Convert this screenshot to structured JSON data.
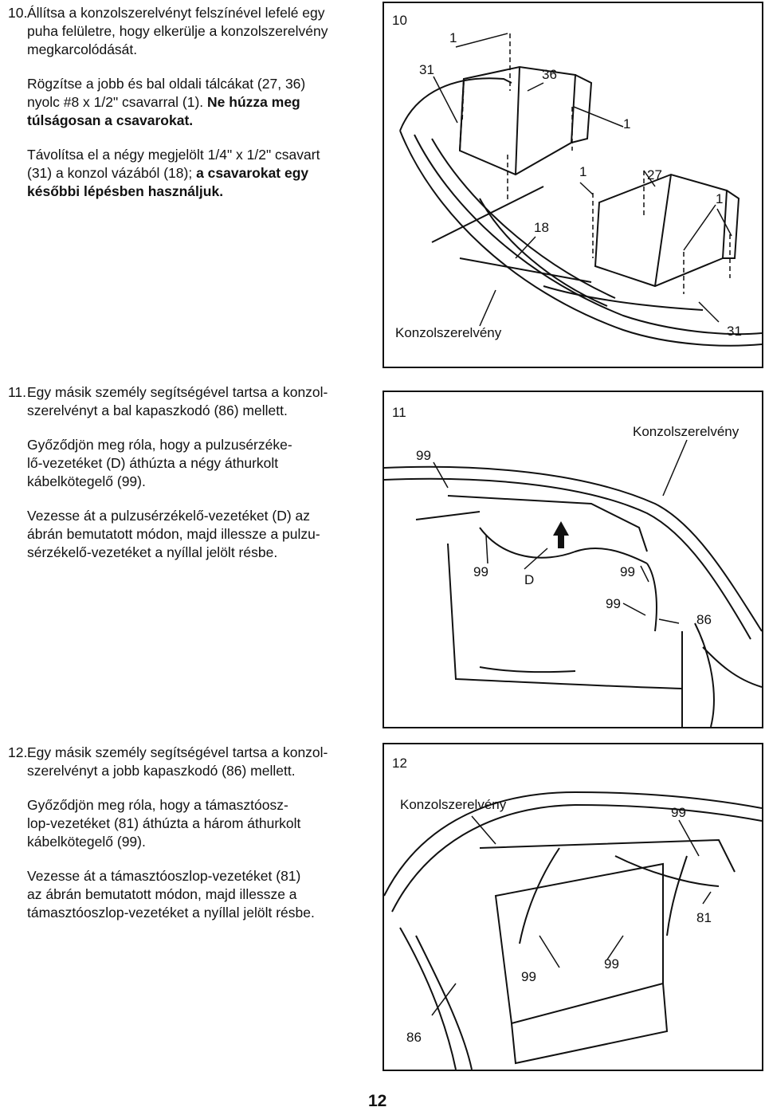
{
  "steps": [
    {
      "number": "10.",
      "line1": "Állítsa a konzolszerelvényt felszínével lefelé egy",
      "line2": "puha felületre, hogy elkerülje a konzolszerelvény",
      "line3": "megkarcolódását.",
      "p2_line1": "Rögzítse a jobb és bal oldali tálcákat (27, 36)",
      "p2_line2": "nyolc #8 x 1/2\" csavarral (1).",
      "p2_bold_a": "Ne húzza meg",
      "p2_bold_b": "túlságosan a csavarokat.",
      "p3_line1": "Távolítsa el a négy megjelölt 1/4\" x 1/2\" csavart",
      "p3_line2a": "(31) a konzol vázából (18);",
      "p3_bold_a": "a csavarokat egy",
      "p3_bold_b": "későbbi lépésben használjuk."
    },
    {
      "number": "11.",
      "line1": "Egy másik személy segítségével tartsa a konzol-",
      "line2": "szerelvényt a bal kapaszkodó (86) mellett.",
      "p2_line1": "Győződjön meg róla, hogy a pulzusérzéke-",
      "p2_line2": "lő-vezetéket (D) áthúzta a négy áthurkolt",
      "p2_line3": "kábelkötegelő (99).",
      "p3_line1": "Vezesse át a pulzusérzékelő-vezetéket (D) az",
      "p3_line2": "ábrán bemutatott módon, majd illessze a pulzu-",
      "p3_line3": "sérzékelő-vezetéket a nyíllal jelölt résbe."
    },
    {
      "number": "12.",
      "line1": "Egy másik személy segítségével tartsa a konzol-",
      "line2": "szerelvényt a jobb kapaszkodó (86) mellett.",
      "p2_line1": "Győződjön meg róla, hogy a támasztóosz-",
      "p2_line2": "lop-vezetéket (81) áthúzta a három áthurkolt",
      "p2_line3": "kábelkötegelő (99).",
      "p3_line1": "Vezesse át a támasztóoszlop-vezetéket (81)",
      "p3_line2": "az ábrán bemutatott módon, majd illessze a",
      "p3_line3": "támasztóoszlop-vezetéket a nyíllal jelölt résbe."
    }
  ],
  "figures": [
    {
      "number": "10",
      "callouts": {
        "c1_top": "1",
        "c31_top": "31",
        "c36": "36",
        "c1_right": "1",
        "c1_mid": "1",
        "c27": "27",
        "c1_far": "1",
        "c18": "18",
        "assembly": "Konzolszerelvény",
        "c31_bottom": "31"
      }
    },
    {
      "number": "11",
      "callouts": {
        "assembly": "Konzolszerelvény",
        "c99_top": "99",
        "c99_left": "99",
        "cD": "D",
        "c99_right": "99",
        "c99_low": "99",
        "c86": "86"
      }
    },
    {
      "number": "12",
      "callouts": {
        "assembly": "Konzolszerelvény",
        "c99_top": "99",
        "c81": "81",
        "c99_left": "99",
        "c99_right": "99",
        "c86": "86"
      }
    }
  ],
  "page_number": "12"
}
